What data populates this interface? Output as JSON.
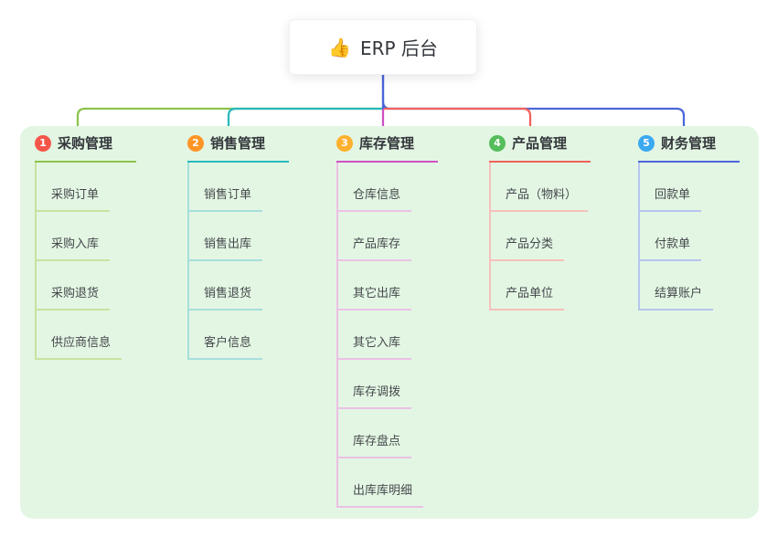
{
  "root": {
    "icon": "👍",
    "label": "ERP 后台"
  },
  "panel": {
    "background": "#e3f6e3"
  },
  "branches": [
    {
      "num": "1",
      "label": "采购管理",
      "badge": "#f5564a",
      "line": "#8bc34a",
      "tint": "#c9e2a0",
      "children": [
        "采购订单",
        "采购入库",
        "采购退货",
        "供应商信息"
      ]
    },
    {
      "num": "2",
      "label": "销售管理",
      "badge": "#ff9526",
      "line": "#27b9bd",
      "tint": "#a6dfdc",
      "children": [
        "销售订单",
        "销售出库",
        "销售退货",
        "客户信息"
      ]
    },
    {
      "num": "3",
      "label": "库存管理",
      "badge": "#ffb02e",
      "line": "#cf4fc5",
      "tint": "#ecc0e6",
      "children": [
        "仓库信息",
        "产品库存",
        "其它出库",
        "其它入库",
        "库存调拨",
        "库存盘点",
        "出库库明细"
      ]
    },
    {
      "num": "4",
      "label": "产品管理",
      "badge": "#56bd5b",
      "line": "#f0615c",
      "tint": "#f6c0ba",
      "children": [
        "产品（物料）",
        "产品分类",
        "产品单位"
      ]
    },
    {
      "num": "5",
      "label": "财务管理",
      "badge": "#3ba9f1",
      "line": "#4a67d8",
      "tint": "#b7c5ee",
      "children": [
        "回款单",
        "付款单",
        "结算账户"
      ]
    }
  ]
}
